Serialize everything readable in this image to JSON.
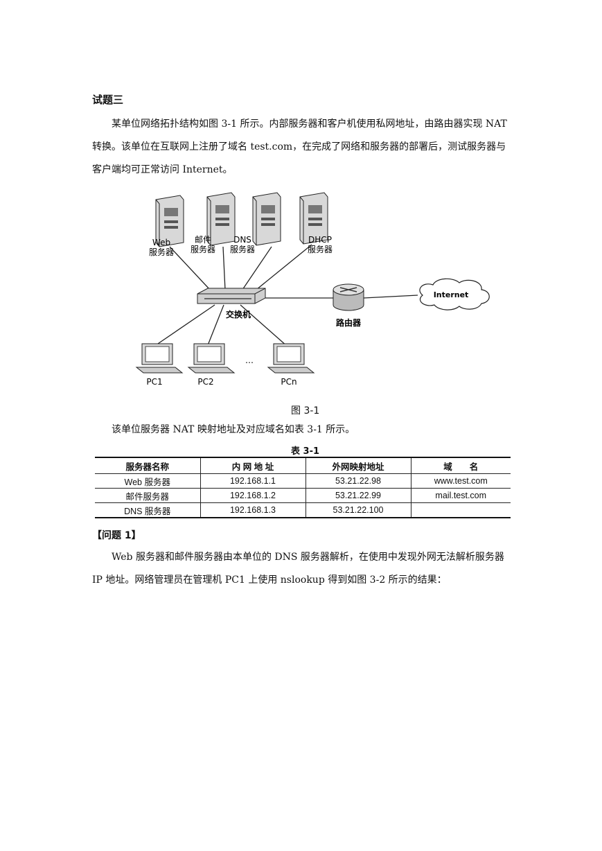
{
  "section_title": "试题三",
  "intro": "某单位网络拓扑结构如图 3-1 所示。内部服务器和客户机使用私网地址，由路由器实现 NAT 转换。该单位在互联网上注册了域名 test.com，在完成了网络和服务器的部署后，测试服务器与客户端均可正常访问 Internet。",
  "diagram": {
    "servers": [
      {
        "line1": "Web",
        "line2": "服务器"
      },
      {
        "line1": "邮件",
        "line2": "服务器"
      },
      {
        "line1": "DNS",
        "line2": "服务器"
      },
      {
        "line1": "DHCP",
        "line2": "服务器"
      }
    ],
    "switch_label": "交换机",
    "router_label": "路由器",
    "internet_label": "Internet",
    "pcs": [
      "PC1",
      "PC2",
      "PCn"
    ],
    "ellipsis": "…",
    "caption": "图 3-1"
  },
  "table_intro": "该单位服务器 NAT 映射地址及对应域名如表 3-1 所示。",
  "table": {
    "caption": "表 3-1",
    "headers": [
      "服务器名称",
      "内 网 地 址",
      "外网映射地址",
      "域　　名"
    ],
    "rows": [
      [
        "Web 服务器",
        "192.168.1.1",
        "53.21.22.98",
        "www.test.com"
      ],
      [
        "邮件服务器",
        "192.168.1.2",
        "53.21.22.99",
        "mail.test.com"
      ],
      [
        "DNS 服务器",
        "192.168.1.3",
        "53.21.22.100",
        ""
      ]
    ]
  },
  "question1_title": "【问题 1】",
  "question1_text": "Web 服务器和邮件服务器由本单位的 DNS 服务器解析，在使用中发现外网无法解析服务器 IP 地址。网络管理员在管理机 PC1 上使用 nslookup 得到如图 3-2 所示的结果："
}
